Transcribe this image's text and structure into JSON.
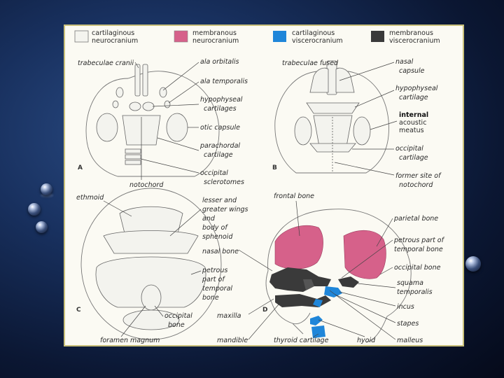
{
  "legend": [
    {
      "label_line1": "cartilaginous",
      "label_line2": "neurocranium",
      "swatch_color": "#f4f4ef"
    },
    {
      "label_line1": "membranous",
      "label_line2": "neurocranium",
      "swatch_color": "#d6618a"
    },
    {
      "label_line1": "cartilaginous",
      "label_line2": "viscerocranium",
      "swatch_color": "#1f86d9"
    },
    {
      "label_line1": "membranous",
      "label_line2": "viscerocranium",
      "swatch_color": "#3a3a3a"
    }
  ],
  "panels": {
    "A": {
      "letter": "A",
      "labels": {
        "trabeculae_cranii": "trabeculae cranii",
        "ala_orbitalis": "ala orbitalis",
        "ala_temporalis": "ala temporalis",
        "hypophyseal_1": "hypophyseal",
        "hypophyseal_2": "cartilages",
        "otic_capsule": "otic capsule",
        "parachordal_1": "parachordal",
        "parachordal_2": "cartilage",
        "occipital_1": "occipital",
        "occipital_2": "sclerotomes",
        "notochord": "notochord"
      }
    },
    "B": {
      "letter": "B",
      "labels": {
        "trabeculae_fused": "trabeculae fused",
        "nasal_1": "nasal",
        "nasal_2": "capsule",
        "hypophyseal_1": "hypophyseal",
        "hypophyseal_2": "cartilage",
        "internal_1": "internal",
        "internal_2": "acoustic",
        "internal_3": "meatus",
        "occipital_1": "occipital",
        "occipital_2": "cartilage",
        "former_1": "former site of",
        "former_2": "notochord"
      }
    },
    "C": {
      "letter": "C",
      "labels": {
        "ethmoid": "ethmoid",
        "lesser_1": "lesser and",
        "lesser_2": "greater wings",
        "lesser_3": "and",
        "lesser_4": "body of",
        "lesser_5": "sphenoid",
        "nasal_bone": "nasal bone",
        "petrous_1": "petrous",
        "petrous_2": "part of",
        "petrous_3": "temporal",
        "petrous_4": "bone",
        "occipital_1": "occipital",
        "occipital_2": "bone",
        "maxilla": "maxilla",
        "foramen": "foramen magnum",
        "mandible": "mandible"
      }
    },
    "D": {
      "letter": "D",
      "labels": {
        "frontal_bone": "frontal bone",
        "parietal_bone": "parietal bone",
        "petrous_1": "petrous part of",
        "petrous_2": "temporal bone",
        "occipital_bone": "occipital bone",
        "squama_1": "squama",
        "squama_2": "temporalis",
        "incus": "incus",
        "stapes": "stapes",
        "malleus": "malleus",
        "thyroid": "thyroid cartilage",
        "hyoid": "hyoid"
      }
    }
  }
}
